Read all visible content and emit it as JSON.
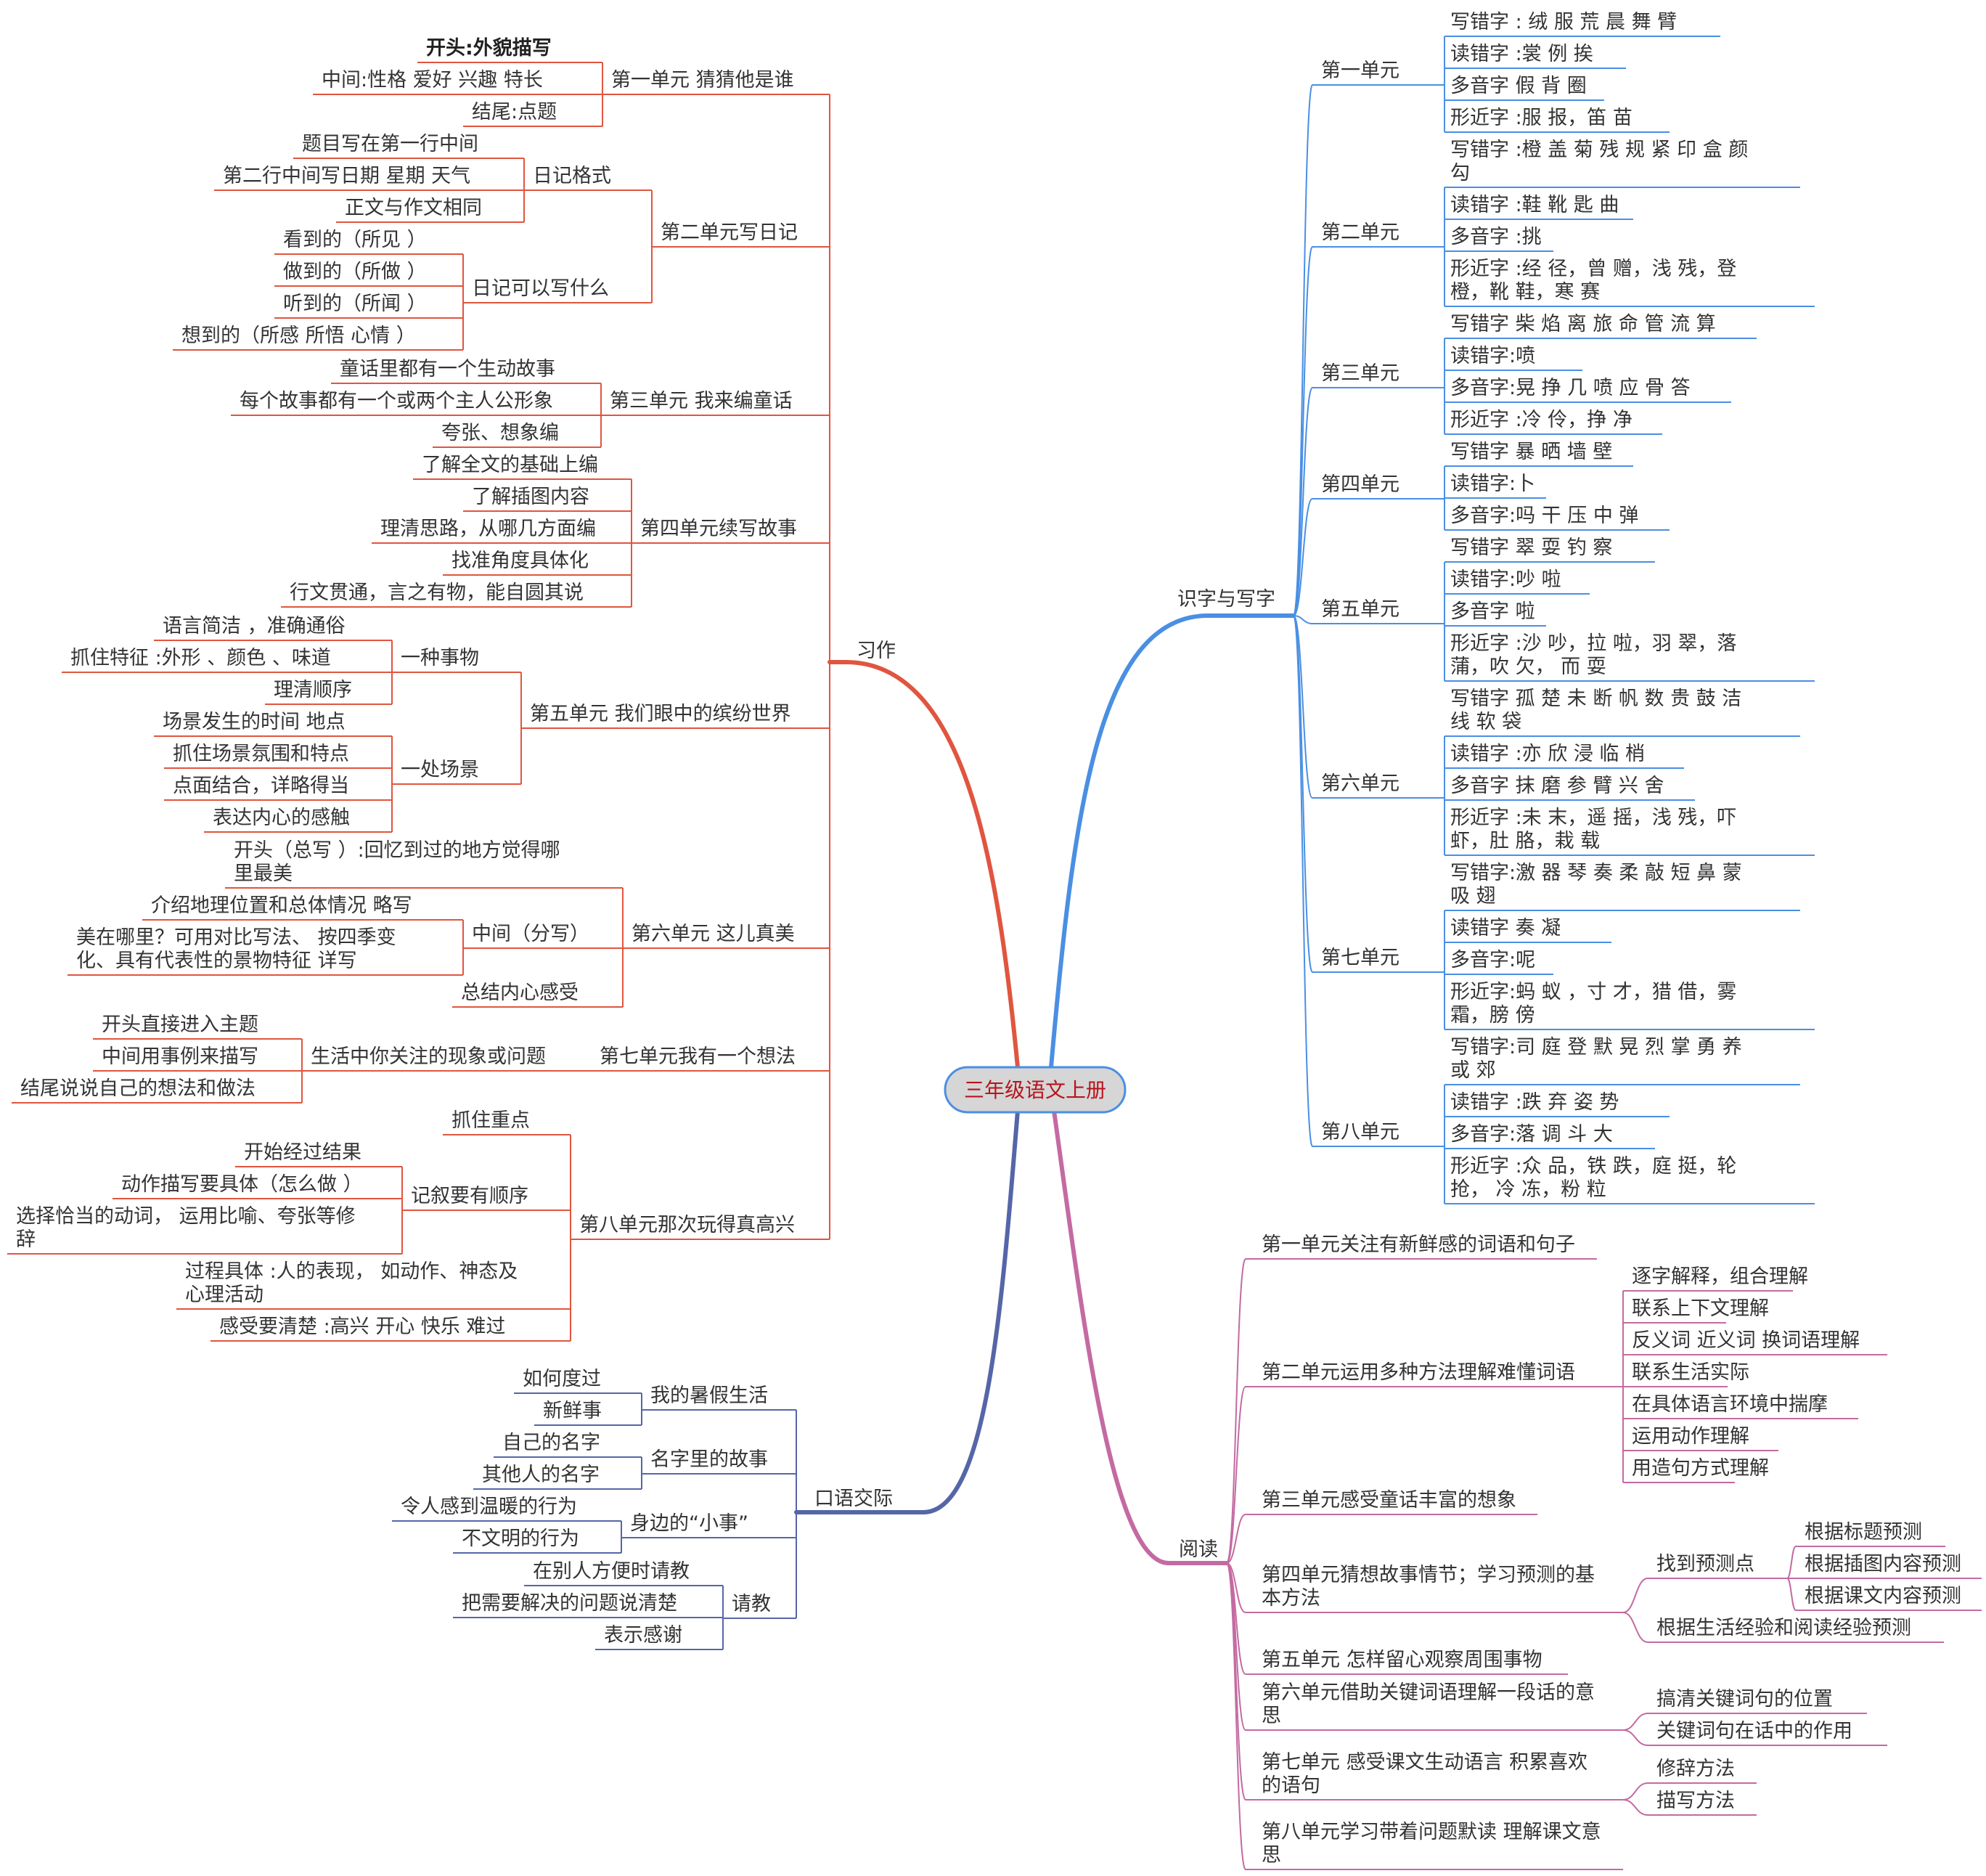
{
  "center": "三年级语文上册",
  "colors": {
    "xizuo": "#e0553f",
    "shizi": "#4a8fe3",
    "kouyu": "#5566a8",
    "yuedu": "#c46aa2",
    "center_fill": "#d6d6d6",
    "center_stroke": "#4a8fe3",
    "center_text": "#b8141c"
  },
  "xizuo": {
    "label": "习作",
    "u1": {
      "label": "第一单元  猜猜他是谁",
      "kaitou": "开头:外貌描写",
      "zhongjian": "中间:性格  爱好  兴趣  特长",
      "jiewei": "结尾:点题"
    },
    "u2": {
      "label": "第二单元写日记",
      "geshi": {
        "label": "日记格式",
        "a": "题目写在第一行中间",
        "b": "第二行中间写日期  星期  天气",
        "c": "正文与作文相同"
      },
      "xie": {
        "label": "日记可以写什么",
        "a": "看到的（所见  ）",
        "b": "做到的（所做  ）",
        "c": "听到的（所闻  ）",
        "d": "想到的（所感  所悟  心情  ）"
      }
    },
    "u3": {
      "label": "第三单元  我来编童话",
      "a": "童话里都有一个生动故事",
      "b": "每个故事都有一个或两个主人公形象",
      "c": "夸张、想象编"
    },
    "u4": {
      "label": "第四单元续写故事",
      "a": "了解全文的基础上编",
      "b": "了解插图内容",
      "c": "理清思路，从哪几方面编",
      "d": "找准角度具体化",
      "e": "行文贯通，言之有物，能自圆其说"
    },
    "u5": {
      "label": "第五单元  我们眼中的缤纷世界",
      "shiwu": {
        "label": "一种事物",
        "a": "语言简洁  ，准确通俗",
        "b": "抓住特征  :外形  、颜色  、味道",
        "c": "理清顺序"
      },
      "changjing": {
        "label": "一处场景",
        "a": "场景发生的时间  地点",
        "b": "抓住场景氛围和特点",
        "c": "点面结合，详略得当",
        "d": "表达内心的感触"
      }
    },
    "u6": {
      "label": "第六单元  这儿真美",
      "kaitou_l1": "开头（总写  ）:回忆到过的地方觉得哪",
      "kaitou_l2": "里最美",
      "zhong": {
        "label": "中间（分写）",
        "a": "介绍地理位置和总体情况  略写",
        "b_l1": "美在哪里？可用对比写法、  按四季变",
        "b_l2": "化、具有代表性的景物特征  详写"
      },
      "zongjie": "总结内心感受"
    },
    "u7": {
      "label": "第七单元我有一个想法",
      "shenghuo": {
        "label": "生活中你关注的现象或问题",
        "a": "开头直接进入主题",
        "b": "中间用事例来描写",
        "c": "结尾说说自己的想法和做法"
      }
    },
    "u8": {
      "label": "第八单元那次玩得真高兴",
      "zhongdian": "抓住重点",
      "shunxu": {
        "label": "记叙要有顺序",
        "a": "开始经过结果",
        "b": "动作描写要具体（怎么做  ）",
        "c_l1": "选择恰当的动词，  运用比喻、夸张等修",
        "c_l2": "辞"
      },
      "guocheng_l1": "过程具体  :人的表现，  如动作、神态及",
      "guocheng_l2": "心理活动",
      "ganshou": "感受要清楚  :高兴  开心  快乐  难过"
    }
  },
  "kouyu": {
    "label": "口语交际",
    "shujia": {
      "label": "我的暑假生活",
      "a": "如何度过",
      "b": "新鲜事"
    },
    "mingzi": {
      "label": "名字里的故事",
      "a": "自己的名字",
      "b": "其他人的名字"
    },
    "xiaoshi": {
      "label": "身边的“小事”",
      "a": "令人感到温暖的行为",
      "b": "不文明的行为"
    },
    "qingjiao": {
      "label": "请教",
      "a": "在别人方便时请教",
      "b": "把需要解决的问题说清楚",
      "c": "表示感谢"
    }
  },
  "shizi": {
    "label": "识字与写字",
    "u1": {
      "label": "第一单元",
      "xie": "写错字  :  绒  服  荒  晨  舞  臂",
      "du": "读错字  :裳  例  挨",
      "duo": "多音字  假  背  圈",
      "xing": "形近字  :服  报，笛  苗"
    },
    "u2": {
      "label": "第二单元",
      "xie_l1": "写错字  :橙  盖  菊  残  规  紧  印  盒  颜",
      "xie_l2": "勾",
      "du": "读错字  :鞋  靴  匙  曲",
      "duo": "多音字  :挑",
      "xing_l1": "形近字  :经  径，曾  赠，浅  残，登",
      "xing_l2": "橙，靴  鞋，寒  赛"
    },
    "u3": {
      "label": "第三单元",
      "xie": "写错字  柴  焰  离  旅  命  管  流  算",
      "du": "读错字:喷",
      "duo": "多音字:晃  挣  几  喷  应  骨  答",
      "xing": "形近字  :冷  伶，挣  净"
    },
    "u4": {
      "label": "第四单元",
      "xie": "写错字  暴  晒  墙  壁",
      "du": "读错字:卜",
      "duo": "多音字:吗  干  压  中  弹"
    },
    "u5": {
      "label": "第五单元",
      "xie": "写错字  翠  耍  钓    察",
      "du": "读错字:吵  啦",
      "duo": "多音字  啦",
      "xing_l1": "形近字  :沙  吵，拉  啦，羽  翠，落",
      "xing_l2": "蒲，吹  欠，  而  耍"
    },
    "u6": {
      "label": "第六单元",
      "xie_l1": "写错字  孤  楚  未  断  帆  数  贵  鼓  洁",
      "xie_l2": "线  软  袋",
      "du": "读错字  :亦  欣  浸  临  梢",
      "duo": "多音字  抹  磨  参  臂  兴  舍",
      "xing_l1": "形近字  :未  末，遥  摇，浅  残，吓",
      "xing_l2": "虾，肚  胳，栽  载"
    },
    "u7": {
      "label": "第七单元",
      "xie_l1": "写错字:激  器  琴  奏  柔  敲  短  鼻  蒙",
      "xie_l2": "吸  翅",
      "du": "读错字  奏  凝",
      "duo": "多音字:呢",
      "xing_l1": "形近字:蚂  蚁  ，寸  才，猎  借，雾",
      "xing_l2": "霜，膀  傍"
    },
    "u8": {
      "label": "第八单元",
      "xie_l1": "写错字:司  庭  登    默  晃  烈  掌  勇  养",
      "xie_l2": "或  郊",
      "du": "读错字  :跌  弃  姿  势",
      "duo": "多音字:落  调  斗  大",
      "xing_l1": "形近字  :众  品，铁  跌，庭  挺，轮",
      "xing_l2": "抢，  冷  冻，粉  粒"
    }
  },
  "yuedu": {
    "label": "阅读",
    "u1": "第一单元关注有新鲜感的词语和句子",
    "u2": {
      "label": "第二单元运用多种方法理解难懂词语",
      "a": "逐字解释，组合理解",
      "b": "联系上下文理解",
      "c": "反义词  近义词  换词语理解",
      "d": "联系生活实际",
      "e": "在具体语言环境中揣摩",
      "f": "运用动作理解",
      "g": "用造句方式理解"
    },
    "u3": "第三单元感受童话丰富的想象",
    "u4": {
      "label_l1": "第四单元猜想故事情节；学习预测的基",
      "label_l2": "本方法",
      "zhaodao": {
        "label": "找到预测点",
        "a": "根据标题预测",
        "b": "根据插图内容预测",
        "c": "根据课文内容预测"
      },
      "genju": "根据生活经验和阅读经验预测"
    },
    "u5": "第五单元  怎样留心观察周围事物",
    "u6": {
      "label_l1": "第六单元借助关键词语理解一段话的意",
      "label_l2": "思",
      "a": "搞清关键词句的位置",
      "b": "关键词句在话中的作用"
    },
    "u7": {
      "label_l1": "第七单元  感受课文生动语言  积累喜欢",
      "label_l2": "的语句",
      "a": "修辞方法",
      "b": "描写方法"
    },
    "u8": {
      "label_l1": "第八单元学习带着问题默读  理解课文意",
      "label_l2": "思"
    }
  }
}
